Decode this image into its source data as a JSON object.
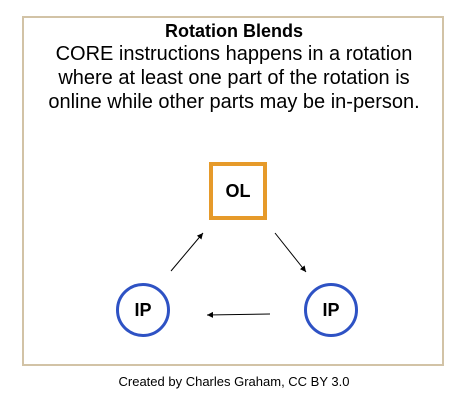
{
  "diagram": {
    "title": "Rotation Blends",
    "description_lines": [
      "CORE instructions happens in a rotation",
      "where at least one part of the rotation is",
      "online while other parts may be in-person."
    ],
    "nodes": {
      "ol": {
        "label": "OL",
        "color": "#e69a2a"
      },
      "ip_left": {
        "label": "IP",
        "color": "#2e52c4"
      },
      "ip_right": {
        "label": "IP",
        "color": "#2e52c4"
      }
    },
    "frame_color": "#d2c3a6"
  },
  "caption": "Created by Charles Graham, CC BY 3.0"
}
